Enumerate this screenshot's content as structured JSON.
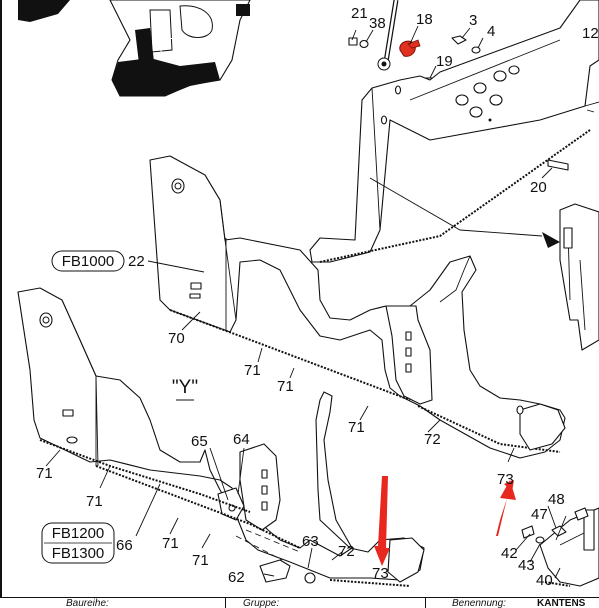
{
  "callouts": {
    "c21": "21",
    "c38": "38",
    "c18": "18",
    "c3": "3",
    "c4": "4",
    "c12": "12",
    "c19": "19",
    "c20": "20",
    "c22": "22",
    "c70": "70",
    "c71a": "71",
    "c71b": "71",
    "c71c": "71",
    "c71d": "71",
    "c71e": "71",
    "c71f": "71",
    "c72a": "72",
    "c72b": "72",
    "c73a": "73",
    "c73b": "73",
    "c65": "65",
    "c64": "64",
    "c66": "66",
    "c63": "63",
    "c62": "62",
    "c48": "48",
    "c47": "47",
    "c42": "42",
    "c43": "43",
    "c40": "40"
  },
  "model_tags": {
    "fb1000": "FB1000",
    "fb1200": "FB1200",
    "fb1300": "FB1300"
  },
  "view_label": "\"Y\"",
  "footer": {
    "field1": "Baureihe:",
    "field2": "Gruppe:",
    "field3_label": "Benennung:",
    "field3_value": "KANTENS"
  },
  "colors": {
    "highlight_arrow": "#e8281e",
    "line": "#111111"
  }
}
